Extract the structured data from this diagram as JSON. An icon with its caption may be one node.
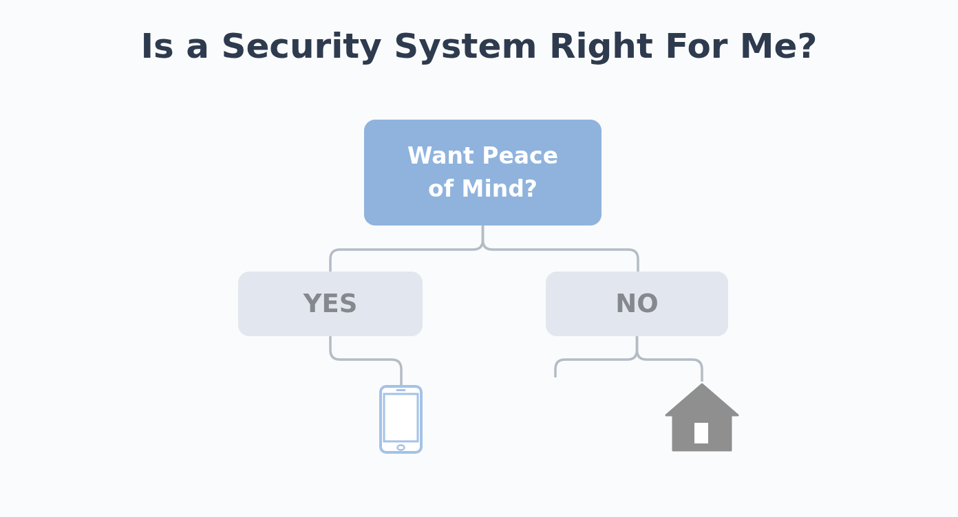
{
  "diagram": {
    "title": "Is a Security System Right For Me?",
    "nodes": [
      {
        "text": [
          "Want Peace of Mind?"
        ]
      },
      {
        "text": [
          "YES"
        ]
      },
      {
        "text": [
          "NO"
        ]
      },
      {
        "text": [],
        "shape": "phone"
      },
      {
        "text": [],
        "shape": "house"
      }
    ],
    "edges": [
      {
        "from": 0,
        "to": 1,
        "arrow": "none"
      },
      {
        "from": 0,
        "to": 2,
        "arrow": "none"
      },
      {
        "from": 1,
        "to": 3,
        "arrow": "none"
      },
      {
        "from": 2,
        "to": null,
        "arrow": "none"
      },
      {
        "from": 2,
        "to": 4,
        "arrow": "none"
      }
    ]
  }
}
